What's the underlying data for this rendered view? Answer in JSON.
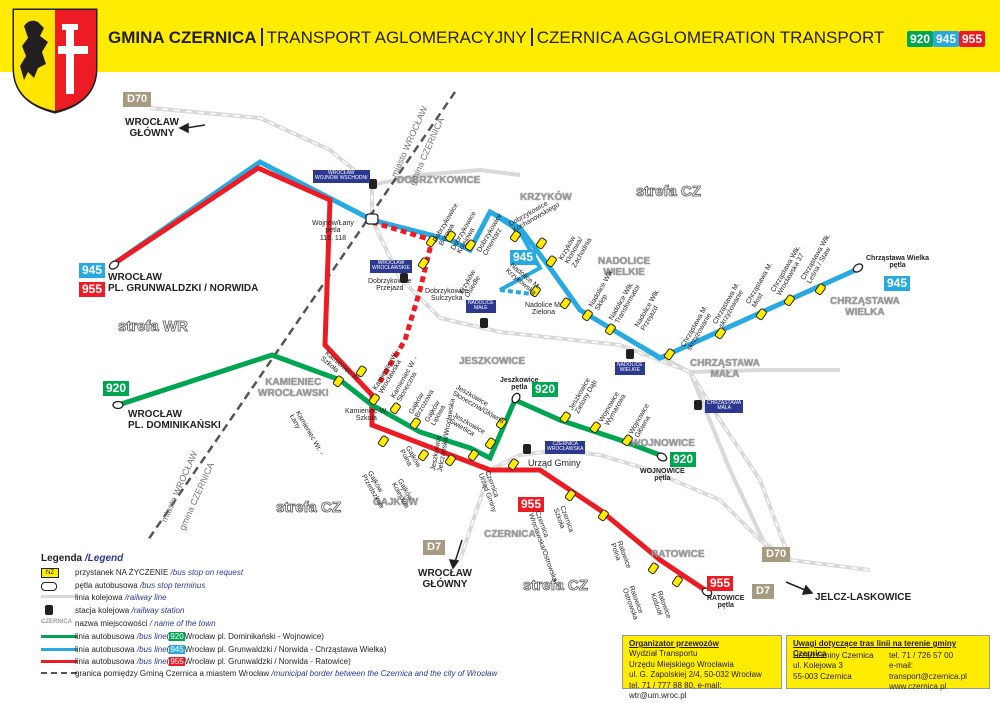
{
  "header": {
    "gmina": "GMINA CZERNICA",
    "title_pl": "TRANSPORT AGLOMERACYJNY",
    "title_en": "CZERNICA AGGLOMERATION TRANSPORT",
    "lines": [
      {
        "label": "920",
        "color": "#00a551"
      },
      {
        "label": "945",
        "color": "#27aae1"
      },
      {
        "label": "955",
        "color": "#ed1c24"
      }
    ]
  },
  "colors": {
    "green": "#00a551",
    "blue": "#27aae1",
    "red": "#ed1c24",
    "rail": "#d9d9d9",
    "yellow": "#ffec00",
    "badge_d": "#a89a80"
  },
  "directions": {
    "d70_top": "D70",
    "wroclaw_glowny_top": "WROCŁAW\nGŁÓWNY",
    "wroclaw_glowny_bottom": "WROCŁAW\nGŁÓWNY",
    "d7_bottom": "D7",
    "d70_bottom": "D70",
    "d7_right": "D7",
    "jelcz": "JELCZ-LASKOWICE"
  },
  "termini": {
    "grunwaldzki": "WROCŁAW\nPL. GRUNWALDZKI / NORWIDA",
    "dominikanski": "WROCŁAW\nPL. DOMINIKAŃSKI",
    "chrzastawa_petla": "Chrząstawa Wielka\npętla",
    "wojnowice_petla": "WOJNOWICE\npętla",
    "ratowice_petla": "RATOWICE\npętla",
    "jeszkowice_petla": "Jeszkowice\npętla",
    "wojnow_petla": "Wojnów/Łany\npętla\n115, 118"
  },
  "towns": {
    "dobrzykowice": "DOBRZYKOWICE",
    "kryzkow": "KRZYKÓW",
    "nadolice": "NADOLICE\nWIELKIE",
    "chrzastawa_wielka": "CHRZĄSTAWA\nWIELKA",
    "chrzastawa_mala": "CHRZĄSTAWA\nMAŁA",
    "jeszkowice": "JESZKOWICE",
    "kamieniec": "KAMIENIEC\nWROCŁAWSKI",
    "wojnowice": "WOJNOWICE",
    "gajkow": "GAJKÓW",
    "czernica": "CZERNICA",
    "ratowice": "RATOWICE"
  },
  "zones": {
    "cz_top": "strefa CZ",
    "wr": "strefa WR",
    "cz_mid": "strefa CZ",
    "cz_bottom": "strefa CZ"
  },
  "border": {
    "miasto": "miasto WROCŁAW",
    "gmina": "gmina CZERNICA"
  },
  "stations": {
    "wojnow": "WROCŁAW\nWOJNÓW WSCHODNI",
    "wroclaw_kowale": "WROCŁAW\nWROCŁAWSKIE",
    "nadolice_mala": "NADOLICE\nMAŁE",
    "nadolice_wielkie": "NADOLICE\nWIELKIE",
    "chrzastawa_mala": "CHRZĄSTAWA\nMAŁA",
    "czernica": "CZERNICA\nWROCŁAWSKA",
    "urzad": "Urząd Gminy"
  },
  "stops": {
    "dobrzykowice_borowa": "Dobrzykowice\nBorowa",
    "dobrzykowice_kolejowa": "Dobrzykowice\nKolejowa",
    "dobrzykowice_przejazd": "Dobrzykowice\nPrzejazd",
    "dobrzykowice_sulczycka": "Dobrzykowice\nSulczycka",
    "dobrzykowice_kochanowskiego": "Dobrzykowice\nKochanowskiego",
    "dobrzykowice_cmentarz": "Dobrzykowice\nCmentarz",
    "kryzkow_osiedle": "Krzyków\nOsiedle",
    "kryzkow_klonowa": "Krzyków\nKlonowa/\nZachodnia",
    "nadolice_krzykowska": "Nadolice M.\nKrzykowska",
    "nadolice_zielona": "Nadolice M.\nZielona",
    "nadolice_w_sklep": "Nadolice Wlk.\nSklep",
    "nadolice_w_transformator": "Nadolice Wlk.\nTransformator",
    "nadolice_w_przejazd": "Nadolice Wlk.\nPrzejazd",
    "chrzastawa_m_skrzyzowanie": "Chrząstawa M.\nskrzyżowanie",
    "chrzastawa_m_skrzyzowanie2": "Chrząstawa M.\nskrzyżowanie",
    "chrzastawa_m_most": "Chrząstawa M.\nMost",
    "chrzastawa_w_wroclawska": "Chrząstawa Wlk.\nWrocławska 37",
    "chrzastawa_w_lesna": "Chrząstawa Wlk.\nLeśna / Staw",
    "kamieniec_szkola": "Kamieniec W.\nSzkoła",
    "kamieniec_wrocl": "Kamieniec W. -\nWrocławska",
    "kamieniec_slon": "Kamieniec W. -\nSłoneczna",
    "kamieniec_lanu": "Kamieniec Wr. -\nŁany",
    "kamieniec_szkola2": "Kamieniec W.\nSzkoła",
    "gajkow_brzozowa": "Gajków\nBrzozowa",
    "gajkow_lipowa": "Gajków\nLipowa",
    "gajkow_polna": "Gajków\nPolna",
    "gajkow_przedszkole": "Gajków\nPrzedszkole",
    "gajkow_kolejowa": "Gajków\nKolejowa",
    "jeszkowice_sloneczna": "Jeszkowice\nSłoneczna/Główna",
    "jeszkowice_swietlica": "Jeszkowice\nŚwietlica",
    "jeszkowice_zielony": "Jeszkowice\nZielony Dąb",
    "wojnowice_wymarowa": "Wojnowice\nWymarowa",
    "wojnowice_glowna": "Wojnowice\nGłówna",
    "jeszkowice_jeleckie": "Jeszkowice\nJelczańska/Wrocławska",
    "czernica_szkola": "Czernica\nSzkoła",
    "czernica_wroclawska": "Czernica\nWrocławska/Ostrowska",
    "czernica_urzad": "Czernica\nUrząd Gminy",
    "ratowice_polna": "Ratowice\nPolna",
    "ratowice_ostrowska": "Ratowice\nOstrowska",
    "ratowice_kosciol": "Ratowice\nKościół"
  },
  "legend": {
    "title": "Legenda",
    "title_en": "/Legend",
    "rows": [
      {
        "pl": "przystanek NA ŻYCZENIE",
        "en": "/bus stop on request"
      },
      {
        "pl": "pętla autobusowa",
        "en": "/bus stop terminus"
      },
      {
        "pl": "linia kolejowa",
        "en": "/railway line"
      },
      {
        "pl": "stacja kolejowa",
        "en": "/railway station"
      },
      {
        "pl": "nazwa miejscowości",
        "en": "/ name of the town"
      },
      {
        "pl": "linia autobusowa",
        "en": "/bus line",
        "line": "920",
        "route": "Wrocław pl. Dominikański - Wojnowice)"
      },
      {
        "pl": "linia autobusowa",
        "en": "/bus line",
        "line": "945",
        "route": "Wrocław pl. Grunwaldzki / Norwida - Chrząstawa Wielka)"
      },
      {
        "pl": "linia autobusowa",
        "en": "/bus line",
        "line": "955",
        "route": "Wrocław pl. Grunwaldzki / Norwida - Ratowice)"
      },
      {
        "pl": "granica pomiędzy Gminą Czernica a miastem Wrocław",
        "en": "/municipal border between the Czernica and the city of Wrocław"
      }
    ],
    "nz": "NŻ",
    "czernica_tag": "CZERNICA"
  },
  "organizer": {
    "heading": "Organizator przewozów",
    "l1": "Wydział Transportu",
    "l2": "Urzędu Miejskiego Wrocławia",
    "l3": "ul. G. Zapolskiej 2/4, 50-032 Wrocław",
    "l4": "tel. 71 / 777 88 80, e-mail: wtr@um.wroc.pl"
  },
  "remarks": {
    "heading": "Uwagi dotyczące tras linii na terenie gminy Czernica",
    "l1": "Urząd Gminy Czernica",
    "l2": "ul. Kolejowa 3",
    "l3": "55-003 Czernica",
    "r1": "tel. 71 / 726 57 00",
    "r2": "e-mail: transport@czernica.pl",
    "r3": "www.czernica.pl"
  }
}
